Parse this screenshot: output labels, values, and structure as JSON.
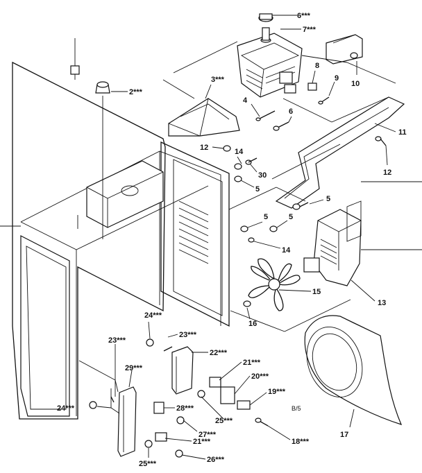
{
  "callouts": {
    "c2": "2***",
    "c3": "3***",
    "c4": "4",
    "c5a": "5",
    "c5b": "5",
    "c5c": "5",
    "c5d": "5",
    "c6": "6***",
    "c6b": "6",
    "c7": "7***",
    "c8": "8",
    "c9": "9",
    "c10": "10",
    "c11": "11",
    "c12a": "12",
    "c12b": "12",
    "c13": "13",
    "c14a": "14",
    "c14b": "14",
    "c15": "15",
    "c16": "16",
    "c17": "17",
    "c18": "18***",
    "c19": "19***",
    "c20": "20***",
    "c21a": "21***",
    "c21b": "21***",
    "c22": "22***",
    "c23a": "23***",
    "c23b": "23***",
    "c24a": "24***",
    "c24b": "24***",
    "c25a": "25***",
    "c25b": "25***",
    "c26": "26***",
    "c27": "27***",
    "c28": "28***",
    "c29": "29***",
    "c30": "30"
  },
  "page_mark": "B/5"
}
